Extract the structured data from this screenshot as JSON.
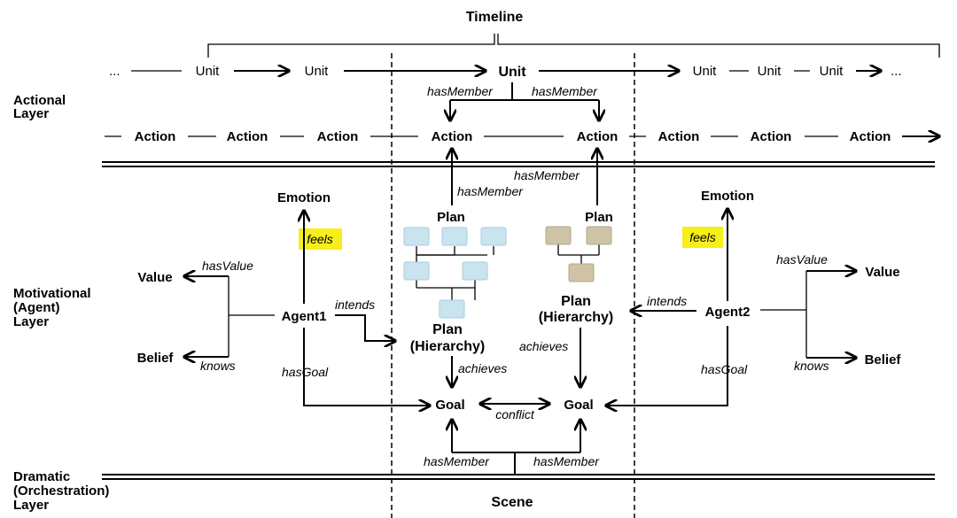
{
  "timeline": {
    "title": "Timeline"
  },
  "layers": {
    "actional": [
      "Actional",
      "Layer"
    ],
    "motivational": [
      "Motivational",
      "(Agent)",
      "Layer"
    ],
    "dramatic": [
      "Dramatic",
      "(Orchestration)",
      "Layer"
    ]
  },
  "units": {
    "ellipsis_left": "...",
    "ellipsis_right": "...",
    "unit": "Unit",
    "current_unit": "Unit"
  },
  "actions": {
    "action": "Action"
  },
  "relations": {
    "has_member": "hasMember",
    "has_value": "hasValue",
    "knows": "knows",
    "has_goal": "hasGoal",
    "intends": "intends",
    "achieves": "achieves",
    "conflict": "conflict",
    "feels": "feels"
  },
  "agents": {
    "agent1": "Agent1",
    "agent2": "Agent2",
    "emotion": "Emotion",
    "value": "Value",
    "belief": "Belief"
  },
  "plans": {
    "plan": "Plan",
    "hierarchy_title": "Plan",
    "hierarchy_sub": "(Hierarchy)"
  },
  "goals": {
    "goal": "Goal"
  },
  "scene": {
    "label": "Scene"
  },
  "colors": {
    "highlight": "#f6ef1a",
    "plan_blue": "#c9e4ef",
    "plan_tan": "#cfc3a6"
  }
}
